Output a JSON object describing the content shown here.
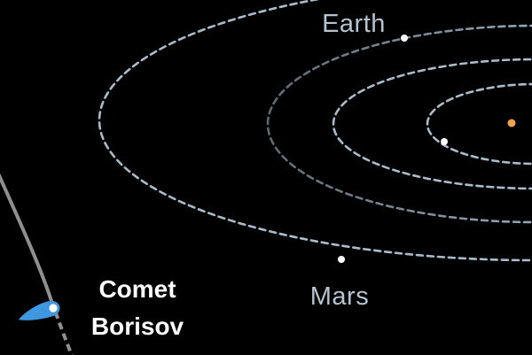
{
  "labels": {
    "earth": "Earth",
    "mars": "Mars",
    "comet_line1": "Comet",
    "comet_line2": "Borisov"
  },
  "colors": {
    "background": "#000000",
    "orbit": "#a9bccb",
    "planet_label": "#b4c3cf",
    "comet_label": "#ffffff",
    "sun": "#f5a34a",
    "comet_body": "#3f97e0",
    "comet_path": "#8f8f8f"
  },
  "icons": {
    "sun": "sun-icon",
    "planet": "planet-dot-icon",
    "comet": "comet-icon"
  }
}
